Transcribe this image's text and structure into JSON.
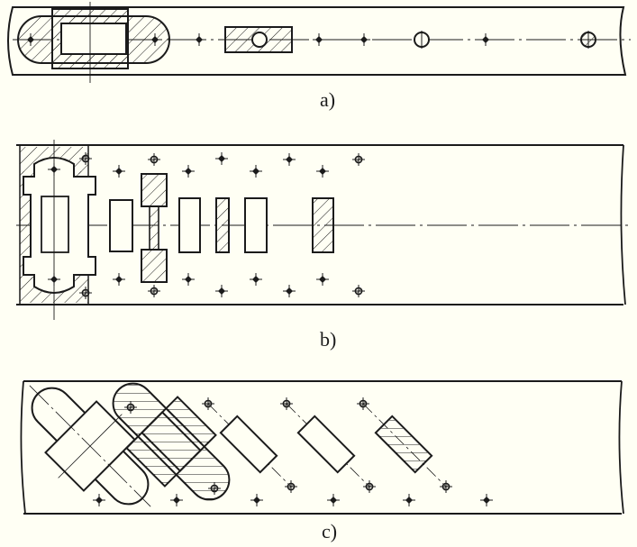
{
  "figure": {
    "labels": {
      "a": "a)",
      "b": "b)",
      "c": "c)"
    },
    "colors": {
      "paper": "#fffff4",
      "ink": "#1b1b1b"
    }
  }
}
